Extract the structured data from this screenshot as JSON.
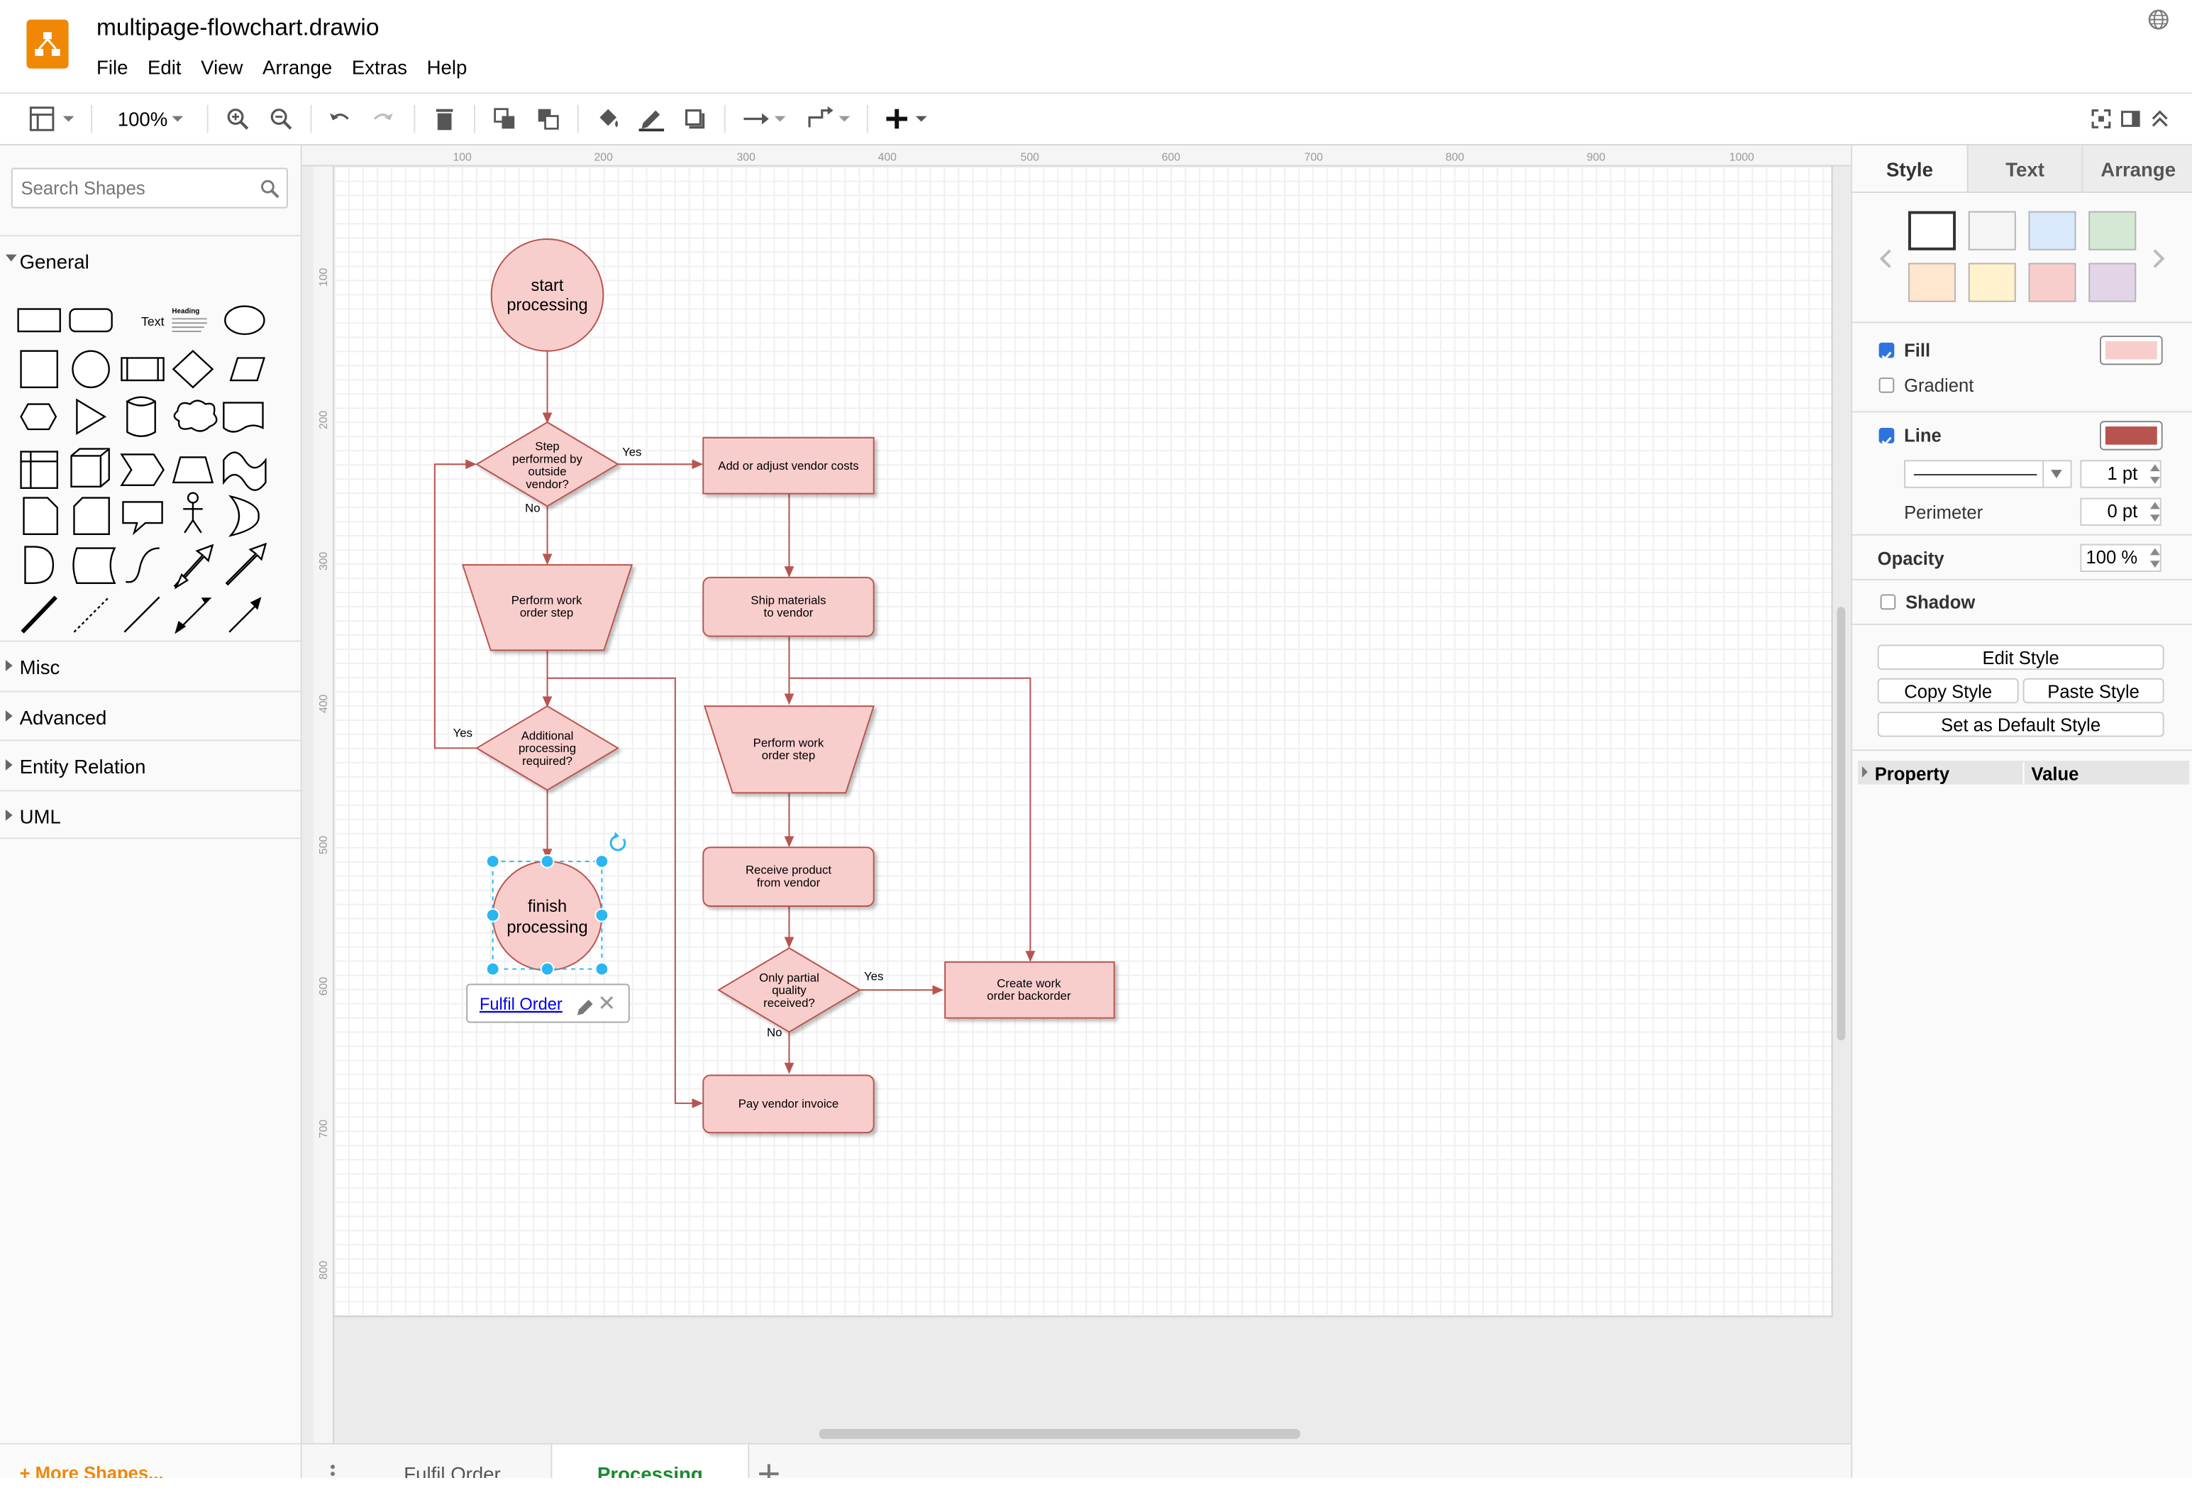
{
  "app": {
    "title": "multipage-flowchart.drawio"
  },
  "menu": [
    "File",
    "Edit",
    "View",
    "Arrange",
    "Extras",
    "Help"
  ],
  "toolbar": {
    "zoom": "100%"
  },
  "sidebar": {
    "search_placeholder": "Search Shapes",
    "general_label": "General",
    "sections": [
      "Misc",
      "Advanced",
      "Entity Relation",
      "UML"
    ],
    "more_shapes": "+ More Shapes...",
    "text_shape_label": "Text",
    "heading_shape_label": "Heading"
  },
  "ruler": {
    "x": [
      "100",
      "200",
      "300",
      "400",
      "500",
      "600",
      "700",
      "800",
      "900",
      "1000"
    ],
    "y": [
      "100",
      "200",
      "300",
      "400",
      "500",
      "600",
      "700",
      "800"
    ]
  },
  "diagram": {
    "start": [
      "start",
      "processing"
    ],
    "decision1": [
      "Step",
      "performed by",
      "outside",
      "vendor?"
    ],
    "yes1": "Yes",
    "no1": "No",
    "add_costs": "Add or adjust vendor costs",
    "perform1": [
      "Perform work",
      "order step"
    ],
    "ship": [
      "Ship materials",
      "to vendor"
    ],
    "decision2": [
      "Additional",
      "processing",
      "required?"
    ],
    "yes2": "Yes",
    "perform2": [
      "Perform work",
      "order step"
    ],
    "receive": [
      "Receive product",
      "from vendor"
    ],
    "finish": [
      "finish",
      "processing"
    ],
    "decision3": [
      "Only partial",
      "quality",
      "received?"
    ],
    "yes3": "Yes",
    "no3": "No",
    "backorder": [
      "Create work",
      "order backorder"
    ],
    "pay": "Pay vendor invoice",
    "link_label": "Fulfil Order",
    "fill_color": "#f8cecc",
    "stroke_color": "#b85450"
  },
  "pages": {
    "tabs": [
      "Fulfil Order",
      "Processing"
    ],
    "active": "Processing"
  },
  "format": {
    "tabs": [
      "Style",
      "Text",
      "Arrange"
    ],
    "swatches": [
      "#ffffff",
      "#f5f5f5",
      "#dae8fc",
      "#d5e8d4",
      "#ffe6cc",
      "#fff2cc",
      "#f8cecc",
      "#e1d5e7"
    ],
    "fill_label": "Fill",
    "fill_checked": true,
    "fill_color": "#f8cecc",
    "gradient_label": "Gradient",
    "gradient_checked": false,
    "line_label": "Line",
    "line_checked": true,
    "line_color": "#b85450",
    "line_width": "1 pt",
    "perimeter_label": "Perimeter",
    "perimeter_value": "0 pt",
    "opacity_label": "Opacity",
    "opacity_value": "100 %",
    "shadow_label": "Shadow",
    "shadow_checked": false,
    "edit_style": "Edit Style",
    "copy_style": "Copy Style",
    "paste_style": "Paste Style",
    "set_default": "Set as Default Style",
    "property_header": "Property",
    "value_header": "Value"
  }
}
